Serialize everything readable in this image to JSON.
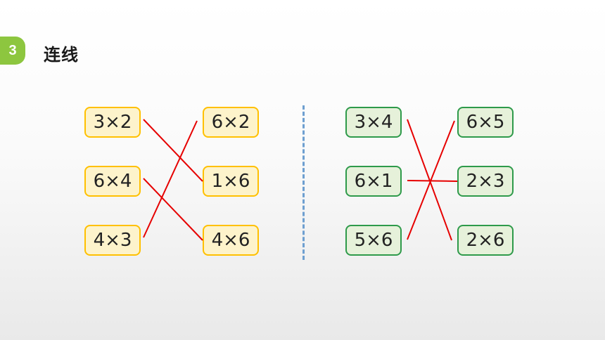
{
  "header": {
    "badge_number": "3",
    "title": "连线"
  },
  "left_group": {
    "color": "#ffc000",
    "left_column": [
      "3×2",
      "6×4",
      "4×3"
    ],
    "right_column": [
      "6×2",
      "1×6",
      "4×6"
    ]
  },
  "right_group": {
    "color": "#2e9a4a",
    "left_column": [
      "3×4",
      "6×1",
      "5×6"
    ],
    "right_column": [
      "6×5",
      "2×3",
      "2×6"
    ]
  },
  "connection_line_color": "#e60000"
}
